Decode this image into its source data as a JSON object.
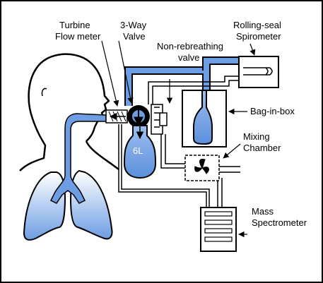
{
  "labels": {
    "turbine_line1": "Turbine",
    "turbine_line2": "Flow meter",
    "valve3_line1": "3-Way",
    "valve3_line2": "Valve",
    "nonrebreathing_line1": "Non-rebreathing",
    "nonrebreathing_line2": "valve",
    "spirometer_line1": "Rolling-seal",
    "spirometer_line2": "Spirometer",
    "bag_in_box": "Bag-in-box",
    "mixing_line1": "Mixing",
    "mixing_line2": "Chamber",
    "mass_line1": "Mass",
    "mass_line2": "Spectrometer",
    "bag_volume": "6L"
  },
  "colors": {
    "gas_fill": "#6d9de3",
    "gas_fill_light": "#d6e6fb",
    "outline": "#000000",
    "background": "#ffffff"
  }
}
